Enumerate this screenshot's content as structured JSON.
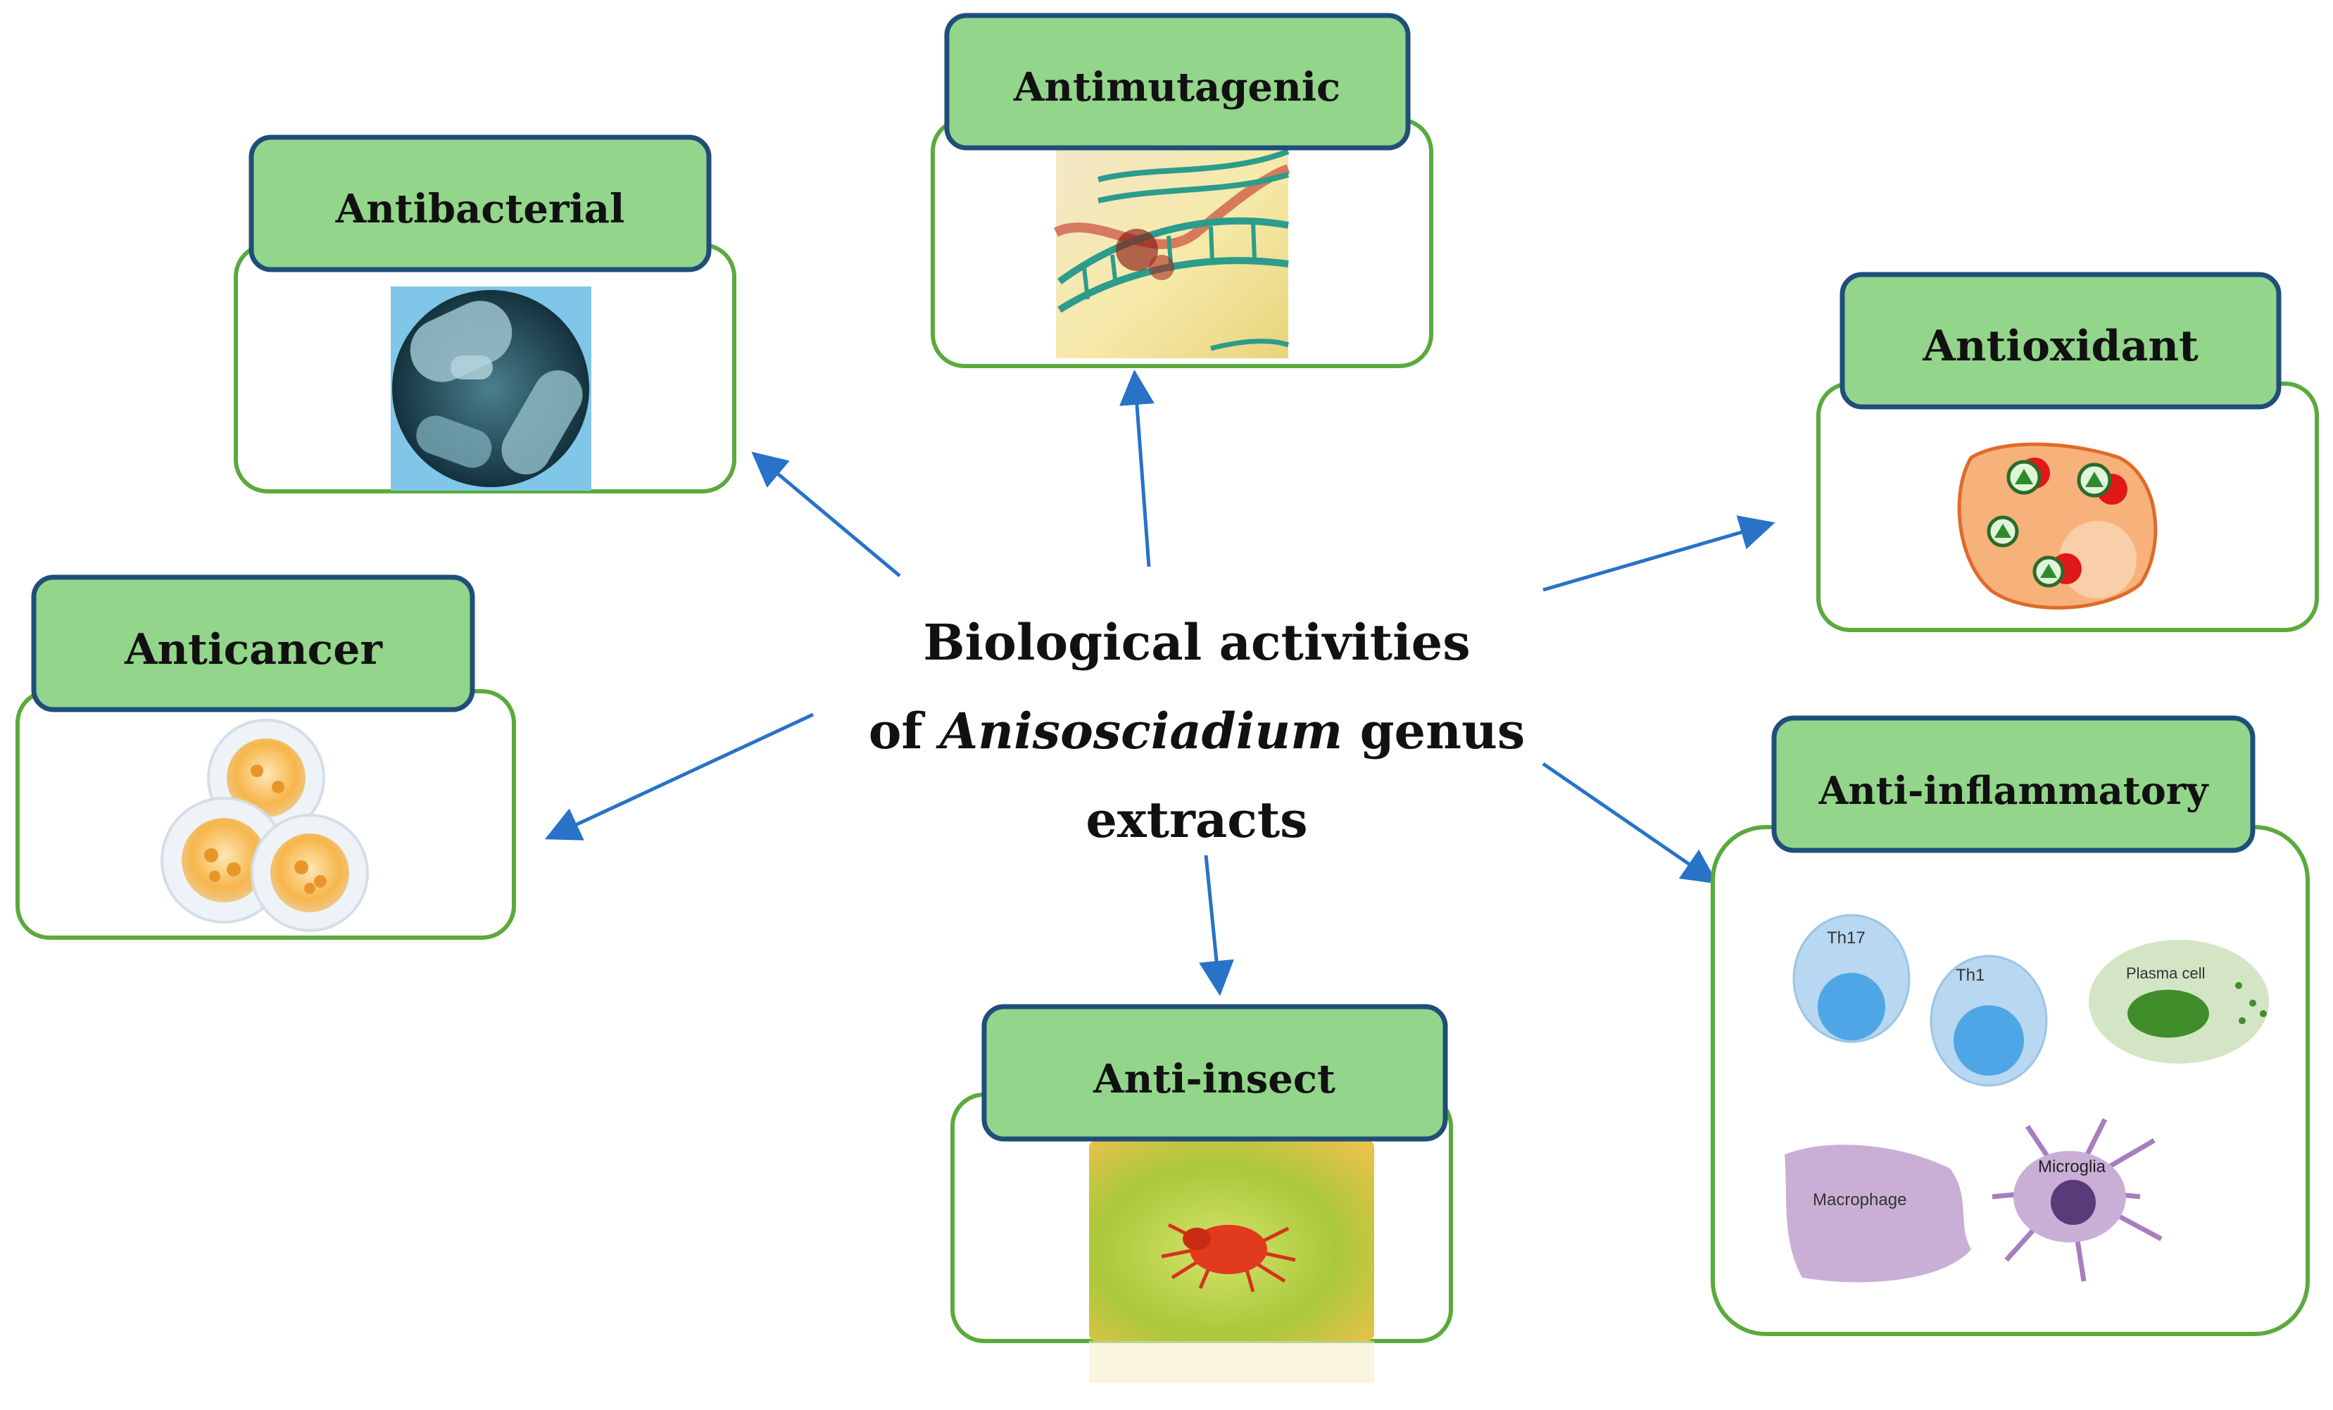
{
  "center": {
    "line1": "Biological activities",
    "line2_prefix": "of ",
    "line2_italic": "Anisosciadium",
    "line2_suffix": " genus",
    "line3": "extracts"
  },
  "activities": [
    {
      "id": "antimutagenic",
      "label": "Antimutagenic",
      "icon": "dna-damage-icon"
    },
    {
      "id": "antibacterial",
      "label": "Antibacterial",
      "icon": "bacteria-icon"
    },
    {
      "id": "antioxidant",
      "label": "Antioxidant",
      "icon": "antioxidant-cell-icon"
    },
    {
      "id": "anticancer",
      "label": "Anticancer",
      "icon": "cancer-cells-icon"
    },
    {
      "id": "anti-inflammatory",
      "label": "Anti-inflammatory",
      "icon": "immune-cells-icon"
    },
    {
      "id": "anti-insect",
      "label": "Anti-insect",
      "icon": "mite-icon"
    }
  ],
  "immune_cells": {
    "th17": "Th17",
    "th1": "Th1",
    "plasma": "Plasma cell",
    "macrophage": "Macrophage",
    "microglia": "Microglia"
  },
  "colors": {
    "header_fill": "#93d58a",
    "header_stroke": "#1f4e79",
    "panel_stroke": "#5aaa3c",
    "arrow": "#2872c8"
  }
}
